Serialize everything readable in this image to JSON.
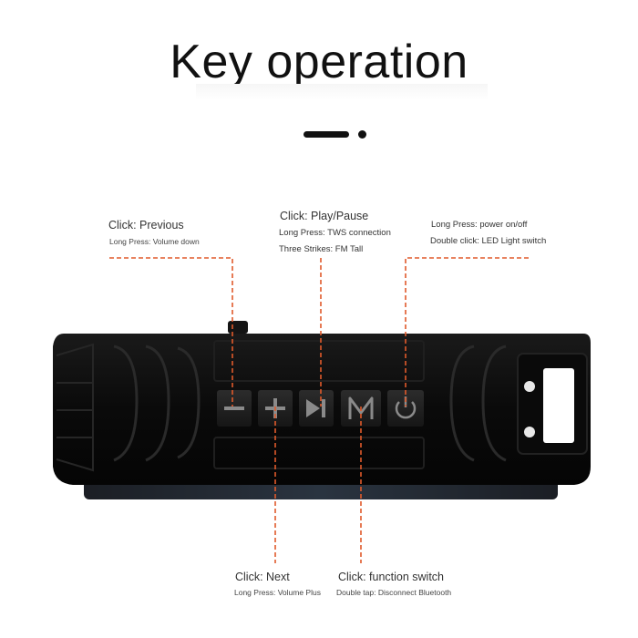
{
  "title": "Key operation",
  "callouts": {
    "previous": {
      "main": "Click: Previous",
      "sub": "Long Press: Volume down"
    },
    "play": {
      "main": "Click: Play/Pause",
      "sub1": "Long Press: TWS connection",
      "sub2": "Three Strikes: FM Tall"
    },
    "power": {
      "line1": "Long Press: power on/off",
      "line2": "Double click: LED Light switch"
    },
    "next": {
      "main": "Click: Next",
      "sub": "Long Press: Volume Plus"
    },
    "function": {
      "main": "Click: function switch",
      "sub": "Double tap: Disconnect Bluetooth"
    }
  },
  "buttons": {
    "minus": "—",
    "plus": "+",
    "play_pause": "▶‖",
    "mode": "M",
    "power": "power-icon"
  },
  "colors": {
    "leader": "#e05a2b",
    "body": "#0c0c0c",
    "button_text": "#8a8a8a"
  }
}
